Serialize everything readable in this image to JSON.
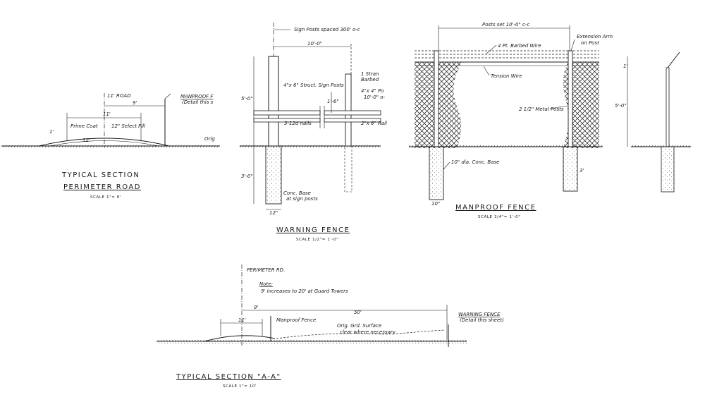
{
  "road_section": {
    "centerline_label": "11' ROAD",
    "fence_label": "MANPROOF F",
    "fence_detail": "(Detail this s",
    "width_9": "9'",
    "width_11": "11'",
    "prime_coat": "Prime Coat",
    "select_fill": "12\" Select Fill",
    "orig": "Orig",
    "dim_1": "1'",
    "dim_12": "12'",
    "title_1": "TYPICAL SECTION",
    "title_2": "PERIMETER ROAD",
    "scale": "SCALE 1\"= 8'"
  },
  "warning_fence": {
    "spacing": "Sign Posts spaced 300' o-c",
    "span": "10'-0\"",
    "sign_posts": "4\"x 6\" Struct. Sign Posts",
    "strand_1": "1 Stran",
    "strand_2": "Barbed",
    "posts_1": "4\"x 4\" Po",
    "posts_2": "10'-0\" o-",
    "rails": "2\"x 6\" Rail",
    "nails": "3-12d nails",
    "conc_1": "Conc. Base",
    "conc_2": "at sign posts",
    "dim_50": "5'-0\"",
    "dim_30": "3'-0\"",
    "dim_16": "1'-6\"",
    "dim_12": "12\"",
    "title": "WARNING FENCE",
    "scale": "SCALE 1/2\"= 1'-0\""
  },
  "manproof_fence": {
    "posts_set": "Posts set 10'-0\" c-c",
    "extension": "Extension Arm",
    "on_post": "on Post",
    "barbed": "4 Pt. Barbed Wire",
    "tension": "Tension Wire",
    "metal_posts": "2 1/2\" Metal Posts",
    "conc_base": "10\" dia. Conc. Base",
    "dim_50": "5'-0\"",
    "dim_1": "1'",
    "dim_3": "3'",
    "dim_10": "10\"",
    "title": "MANPROOF FENCE",
    "scale": "SCALE 3/4\"= 1'-0\""
  },
  "section_aa": {
    "centerline": "PERIMETER RD.",
    "note_head": "Note:",
    "note_body": "9' increases to 20' at Guard Towers",
    "dim_9": "9'",
    "dim_50": "50'",
    "dim_11": "11'",
    "manproof": "Manproof Fence",
    "warning": "WARNING FENCE",
    "warning_detail": "(Detail this sheet)",
    "orig_surface": "Orig. Grd. Surface",
    "clear": "clear where necessary",
    "title": "TYPICAL  SECTION  \"A-A\"",
    "scale": "SCALE 1\"= 10'"
  }
}
